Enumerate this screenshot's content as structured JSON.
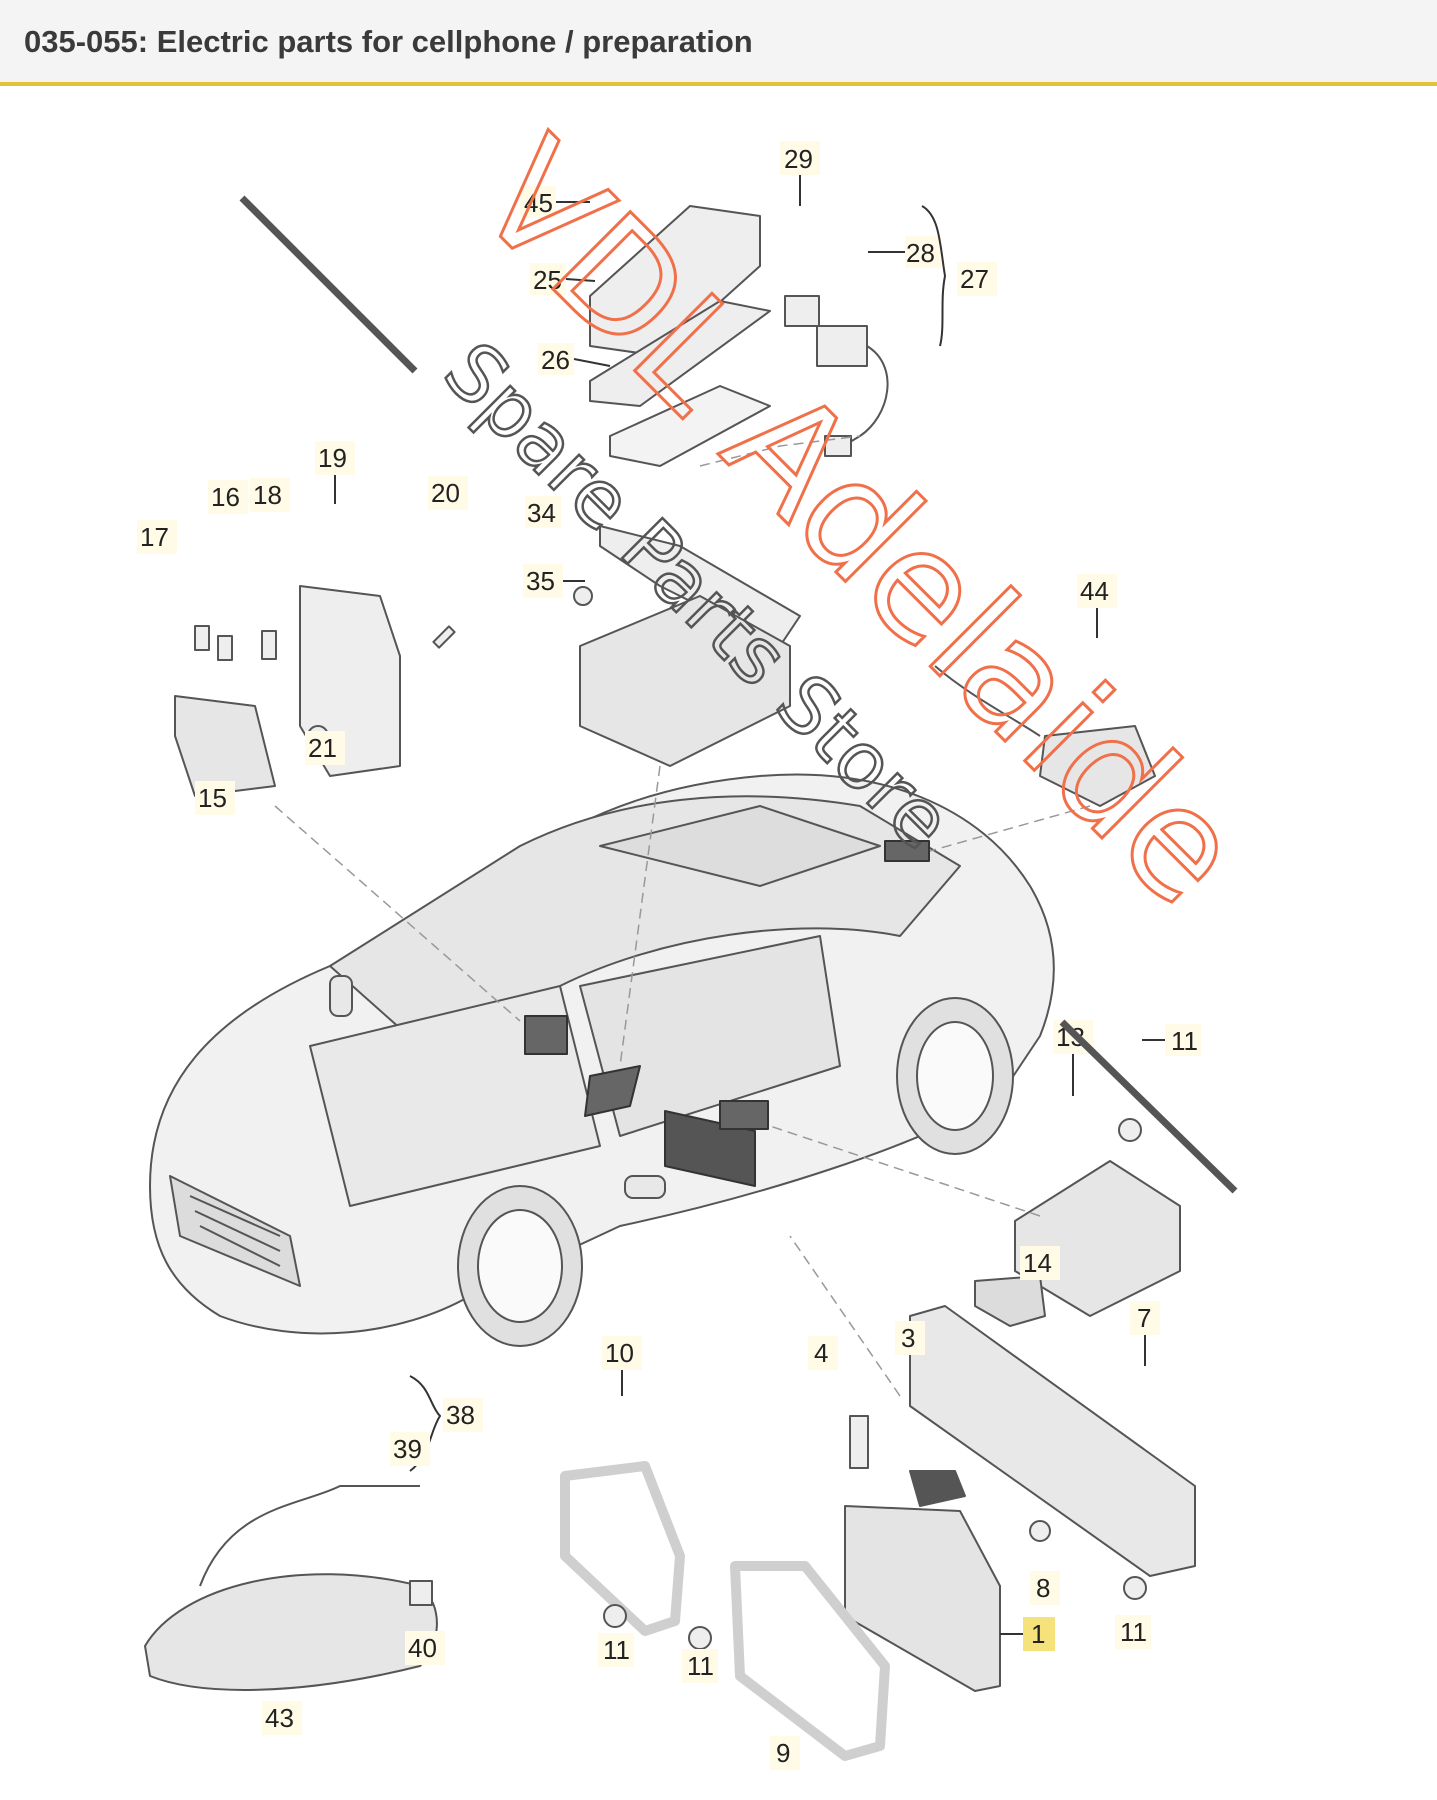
{
  "header": {
    "title": "035-055: Electric parts for cellphone / preparation"
  },
  "watermark": {
    "line1": "VDL Adelaide",
    "line2": "Spare Parts Store"
  },
  "callouts": {
    "c45": "45",
    "c25": "25",
    "c26": "26",
    "c29": "29",
    "c28": "28",
    "c27": "27",
    "c19": "19",
    "c16": "16",
    "c18": "18",
    "c17": "17",
    "c20": "20",
    "c34": "34",
    "c35": "35",
    "c15": "15",
    "c21": "21",
    "c44": "44",
    "c13": "13",
    "c11a": "11",
    "c14": "14",
    "c7": "7",
    "c10": "10",
    "c4": "4",
    "c3": "3",
    "c38": "38",
    "c39": "39",
    "c40": "40",
    "c43": "43",
    "c11b": "11",
    "c11c": "11",
    "c9": "9",
    "c1": "1",
    "c8": "8",
    "c11d": "11"
  },
  "colors": {
    "accent": "#e3c23a",
    "watermark_orange": "#f0704a",
    "callout_bg": "#fffbe6",
    "highlight_bg": "#f5e27a"
  }
}
